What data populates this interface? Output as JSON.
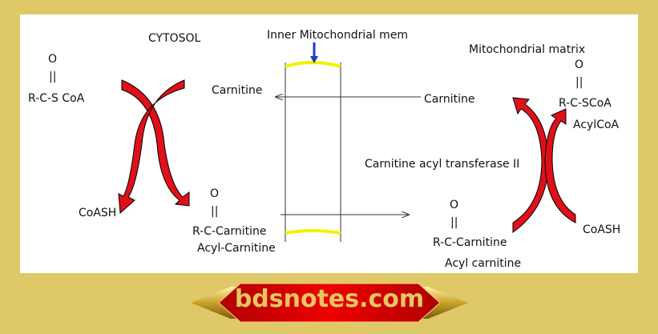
{
  "labels": {
    "cytosol": "CYTOSOL",
    "inner_membrane": "Inner Mitochondrial  mem",
    "matrix": "Mitochondrial matrix",
    "left_o": "O",
    "left_bond": "||",
    "left_acylcoa": "R-C-S CoA",
    "left_coash": "CoASH",
    "mid_o": "O",
    "mid_bond": "||",
    "mid_rc_carnitine": "R-C-Carnitine",
    "mid_acyl_carnitine": "Acyl-Carnitine",
    "carnitine_left": "Carnitine",
    "carnitine_right": "Carnitine",
    "right_o": "O",
    "right_bond": "||",
    "right_rc_scoa": "R-C-SCoA",
    "right_acylcoa": "AcylCoA",
    "enzyme": "Carnitine acyl transferase II",
    "bottom_o": "O",
    "bottom_bond": "||",
    "bottom_rc_carnitine": "R-C-Carnitine",
    "bottom_acyl_carnitine": "Acyl carnitine",
    "right_coash": "CoASH"
  },
  "brand": {
    "text": "bdsnotes.com"
  },
  "colors": {
    "background": "#dfc867",
    "arrow_red": "#e0101a",
    "membrane_yellow": "#f2f200",
    "pointer_blue": "#1a3fc0",
    "banner_red": "#dd0000"
  }
}
